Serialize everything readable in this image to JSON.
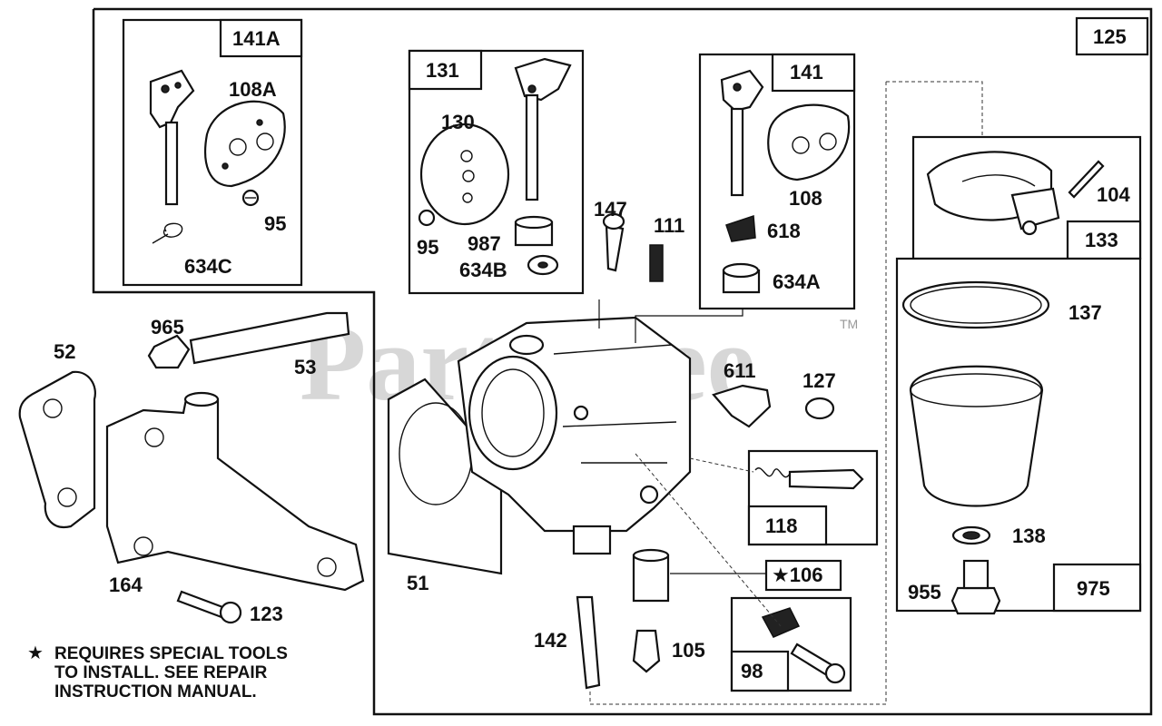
{
  "watermark": "PartsTree",
  "trademark": "TM",
  "note": {
    "star": "★",
    "lines": [
      "REQUIRES SPECIAL TOOLS",
      "TO INSTALL.  SEE REPAIR",
      "INSTRUCTION MANUAL."
    ]
  },
  "kit_boxes": {
    "k141A": "141A",
    "k131": "131",
    "k141": "141",
    "k125": "125",
    "k133": "133",
    "k975": "975",
    "k118": "118",
    "k106": "★106",
    "k98": "98"
  },
  "part_labels": {
    "p108A": "108A",
    "p95a": "95",
    "p634C": "634C",
    "p130": "130",
    "p95b": "95",
    "p987": "987",
    "p634B": "634B",
    "p147": "147",
    "p111": "111",
    "p108": "108",
    "p618": "618",
    "p634A": "634A",
    "p104": "104",
    "p137": "137",
    "p138": "138",
    "p955": "955",
    "p965": "965",
    "p52": "52",
    "p53": "53",
    "p611": "611",
    "p127": "127",
    "p164": "164",
    "p123": "123",
    "p51": "51",
    "p142": "142",
    "p105": "105"
  }
}
